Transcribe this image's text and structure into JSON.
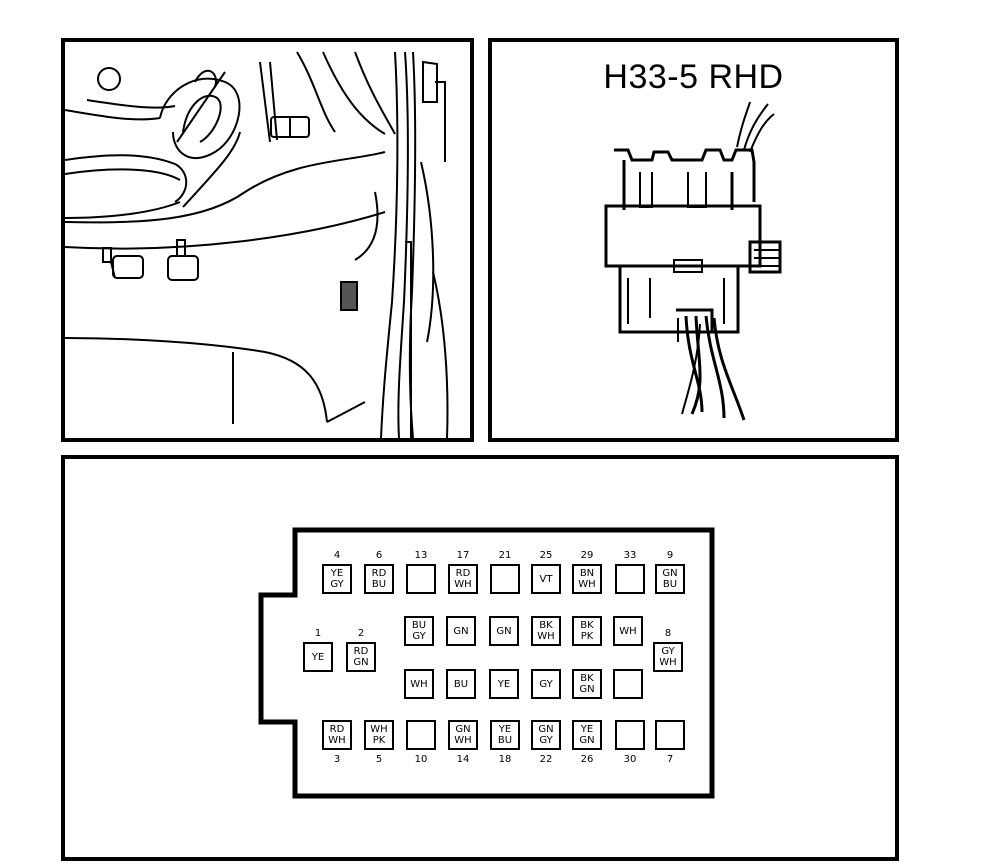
{
  "connector_view": {
    "title": "H33-5 RHD"
  },
  "pinout": {
    "pins": [
      {
        "num": "4",
        "wires": "YE\nGY",
        "row": "top",
        "label_pos": "above"
      },
      {
        "num": "6",
        "wires": "RD\nBU",
        "row": "top",
        "label_pos": "above"
      },
      {
        "num": "13",
        "wires": "",
        "row": "top",
        "label_pos": "above"
      },
      {
        "num": "17",
        "wires": "RD\nWH",
        "row": "top",
        "label_pos": "above"
      },
      {
        "num": "21",
        "wires": "",
        "row": "top",
        "label_pos": "above"
      },
      {
        "num": "25",
        "wires": "VT",
        "row": "top",
        "label_pos": "above"
      },
      {
        "num": "29",
        "wires": "BN\nWH",
        "row": "top",
        "label_pos": "above"
      },
      {
        "num": "33",
        "wires": "",
        "row": "top",
        "label_pos": "above"
      },
      {
        "num": "9",
        "wires": "GN\nBU",
        "row": "top",
        "label_pos": "above"
      },
      {
        "num": "1",
        "wires": "YE",
        "row": "side",
        "label_pos": "above"
      },
      {
        "num": "2",
        "wires": "RD\nGN",
        "row": "side",
        "label_pos": "above"
      },
      {
        "num": "",
        "wires": "BU\nGY",
        "row": "mid1",
        "label_pos": "none"
      },
      {
        "num": "",
        "wires": "GN",
        "row": "mid1",
        "label_pos": "none"
      },
      {
        "num": "",
        "wires": "GN",
        "row": "mid1",
        "label_pos": "none"
      },
      {
        "num": "",
        "wires": "BK\nWH",
        "row": "mid1",
        "label_pos": "none"
      },
      {
        "num": "",
        "wires": "BK\nPK",
        "row": "mid1",
        "label_pos": "none"
      },
      {
        "num": "",
        "wires": "WH",
        "row": "mid1",
        "label_pos": "none"
      },
      {
        "num": "8",
        "wires": "GY\nWH",
        "row": "side",
        "label_pos": "above"
      },
      {
        "num": "",
        "wires": "WH",
        "row": "mid2",
        "label_pos": "none"
      },
      {
        "num": "",
        "wires": "BU",
        "row": "mid2",
        "label_pos": "none"
      },
      {
        "num": "",
        "wires": "YE",
        "row": "mid2",
        "label_pos": "none"
      },
      {
        "num": "",
        "wires": "GY",
        "row": "mid2",
        "label_pos": "none"
      },
      {
        "num": "",
        "wires": "BK\nGN",
        "row": "mid2",
        "label_pos": "none"
      },
      {
        "num": "",
        "wires": "",
        "row": "mid2",
        "label_pos": "none"
      },
      {
        "num": "3",
        "wires": "RD\nWH",
        "row": "bottom",
        "label_pos": "below"
      },
      {
        "num": "5",
        "wires": "WH\nPK",
        "row": "bottom",
        "label_pos": "below"
      },
      {
        "num": "10",
        "wires": "",
        "row": "bottom",
        "label_pos": "below"
      },
      {
        "num": "14",
        "wires": "GN\nWH",
        "row": "bottom",
        "label_pos": "below"
      },
      {
        "num": "18",
        "wires": "YE\nBU",
        "row": "bottom",
        "label_pos": "below"
      },
      {
        "num": "22",
        "wires": "GN\nGY",
        "row": "bottom",
        "label_pos": "below"
      },
      {
        "num": "26",
        "wires": "YE\nGN",
        "row": "bottom",
        "label_pos": "below"
      },
      {
        "num": "30",
        "wires": "",
        "row": "bottom",
        "label_pos": "below"
      },
      {
        "num": "7",
        "wires": "",
        "row": "bottom",
        "label_pos": "below"
      }
    ]
  }
}
